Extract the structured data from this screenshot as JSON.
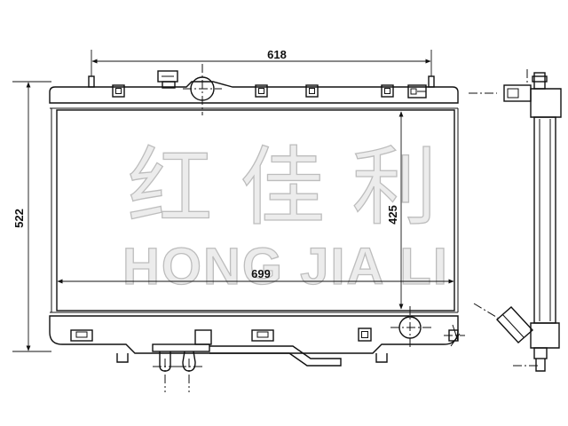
{
  "dimensions": {
    "top_width": "618",
    "core_width": "699",
    "overall_height": "522",
    "core_height": "425"
  },
  "watermark": {
    "chinese": "红 佳 利",
    "english": "HONG JIA LI"
  }
}
